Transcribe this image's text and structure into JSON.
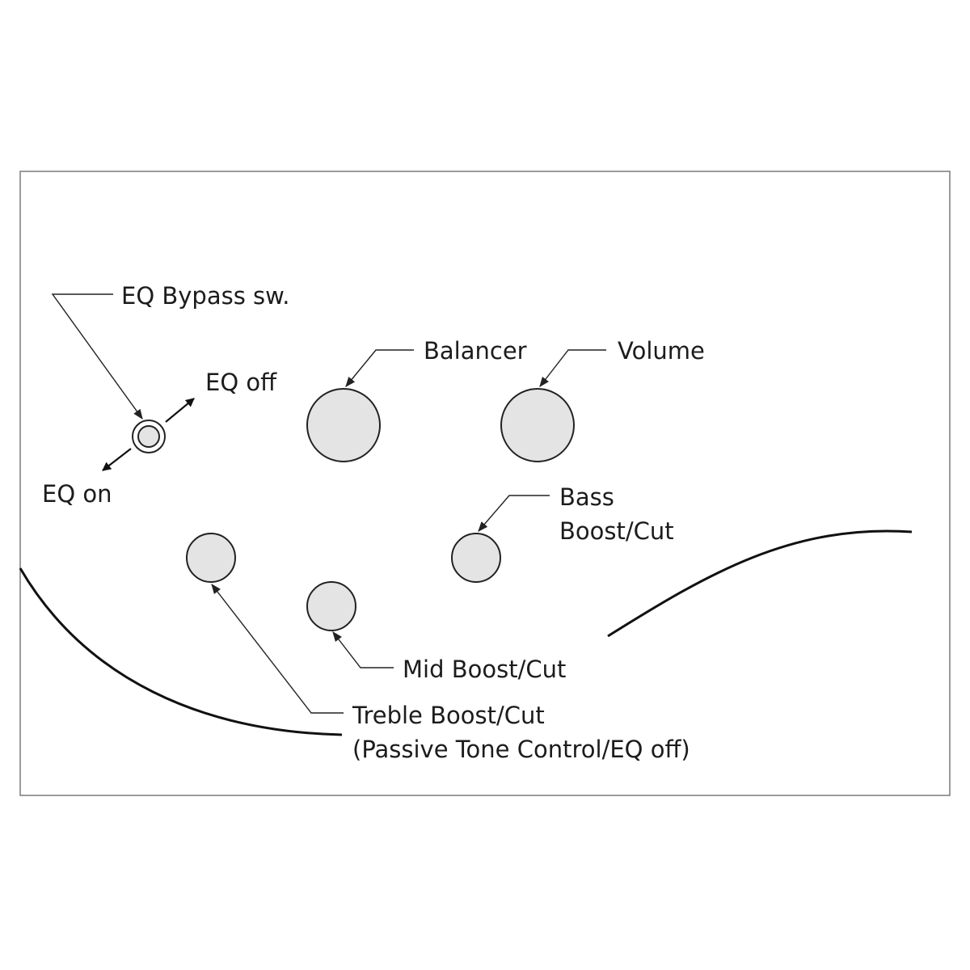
{
  "labels": {
    "eq_bypass": "EQ Bypass sw.",
    "eq_off": "EQ off",
    "eq_on": "EQ on",
    "balancer": "Balancer",
    "volume": "Volume",
    "bass_line1": "Bass",
    "bass_line2": "Boost/Cut",
    "mid": "Mid Boost/Cut",
    "treble_line1": "Treble Boost/Cut",
    "treble_line2": "(Passive Tone Control/EQ off)"
  },
  "colors": {
    "knob_fill": "#e4e4e4",
    "outline": "#222222",
    "frame": "#7a7a7a",
    "text": "#1c1c1c"
  }
}
